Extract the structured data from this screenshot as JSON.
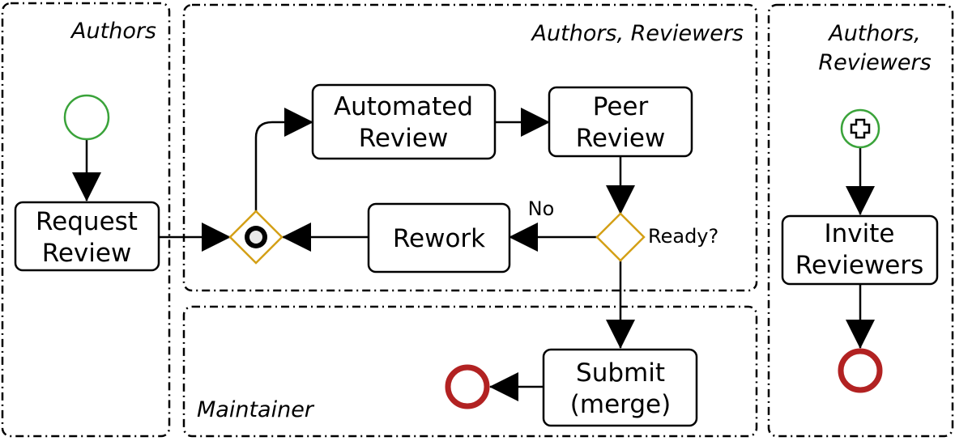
{
  "lanes": {
    "authors": "Authors",
    "authors_reviewers": "Authors, Reviewers",
    "authors_reviewers_right_line1": "Authors,",
    "authors_reviewers_right_line2": "Reviewers",
    "maintainer": "Maintainer"
  },
  "tasks": {
    "request_review": [
      "Request",
      "Review"
    ],
    "automated_review": [
      "Automated",
      "Review"
    ],
    "peer_review": [
      "Peer",
      "Review"
    ],
    "rework": "Rework",
    "submit": [
      "Submit",
      "(merge)"
    ],
    "invite_reviewers": [
      "Invite",
      "Reviewers"
    ]
  },
  "gateways": {
    "ready_label": "Ready?",
    "no_label": "No"
  },
  "colors": {
    "start_event": "#3aa33a",
    "end_event": "#b22222",
    "gateway": "#d4a017"
  }
}
